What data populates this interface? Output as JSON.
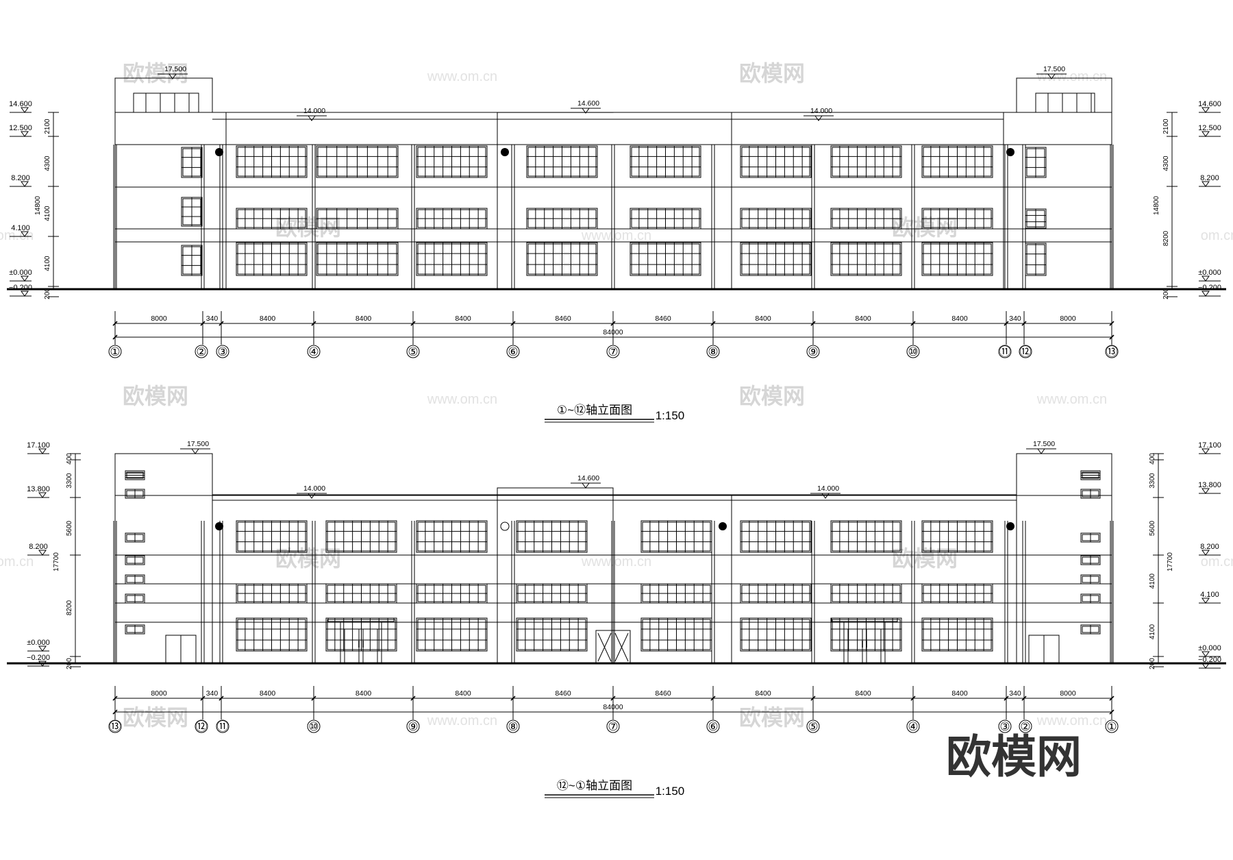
{
  "axis_labels_top": [
    "①",
    "②",
    "③",
    "④",
    "⑤",
    "⑥",
    "⑦",
    "⑧",
    "⑨",
    "⑩",
    "⑪",
    "⑫",
    "⑬"
  ],
  "axis_labels_bottom": [
    "⑬",
    "⑫",
    "⑪",
    "⑩",
    "⑨",
    "⑧",
    "⑦",
    "⑥",
    "⑤",
    "④",
    "③",
    "②",
    "①"
  ],
  "spans": [
    "8000",
    "340",
    "8400",
    "8400",
    "8400",
    "8460",
    "8460",
    "8400",
    "8400",
    "8400",
    "340",
    "8000"
  ],
  "total_span": "84000",
  "top_elevation": {
    "title": "①~⑫轴立面图",
    "scale": "1:150",
    "levels_left": [
      "14.600",
      "12.500",
      "8.200",
      "4.100",
      "±0.000",
      "−0.200"
    ],
    "levels_right": [
      "14.600",
      "12.500",
      "8.200",
      "±0.000",
      "−0.200"
    ],
    "dims_left": [
      "2100",
      "4300",
      "4100",
      "4100",
      "200"
    ],
    "dims_right": [
      "2100",
      "4300",
      "8200",
      "200"
    ],
    "total_height": "14800",
    "roof_marks": [
      "17.500",
      "14.000",
      "14.600",
      "14.000",
      "17.500"
    ]
  },
  "bottom_elevation": {
    "title": "⑫~①轴立面图",
    "scale": "1:150",
    "levels_left": [
      "17.100",
      "13.800",
      "8.200",
      "±0.000",
      "−0.200"
    ],
    "levels_right": [
      "17.100",
      "13.800",
      "8.200",
      "4.100",
      "±0.000",
      "−0.200"
    ],
    "dims_left": [
      "400",
      "3300",
      "5600",
      "8200",
      "200"
    ],
    "dims_right": [
      "400",
      "3300",
      "5600",
      "4100",
      "4100",
      "200"
    ],
    "total_height": "17700",
    "roof_marks": [
      "17.500",
      "14.000",
      "14.600",
      "14.000",
      "17.500"
    ]
  },
  "watermark": {
    "brand": "欧模网",
    "url": "www.om.cn",
    "partial": "om.cn"
  }
}
